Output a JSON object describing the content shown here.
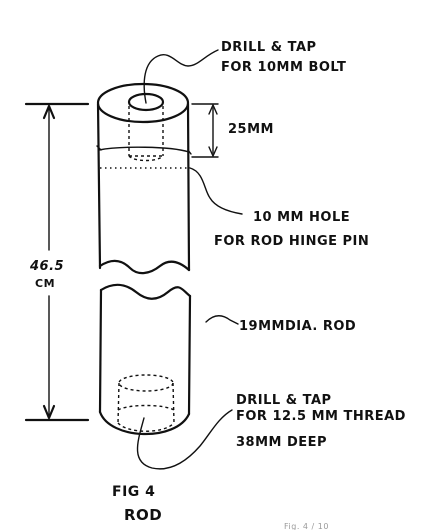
{
  "figure": {
    "caption_line1": "FIG 4",
    "caption_line2": "ROD",
    "overall_length_value": "46.5",
    "overall_length_unit": "CM",
    "top_bore_depth": "25MM",
    "callouts": {
      "top_drill_line1": "DRILL & TAP",
      "top_drill_line2": "FOR 10MM BOLT",
      "hinge_hole_line1": "10 MM HOLE",
      "hinge_hole_line2": "FOR ROD HINGE PIN",
      "rod_diameter": "19MMDIA. ROD",
      "bottom_drill_line1": "DRILL & TAP",
      "bottom_drill_line2": "FOR 12.5 MM THREAD",
      "bottom_drill_line3": "38MM DEEP"
    }
  },
  "footer_mark": "Fig. 4 / 10"
}
